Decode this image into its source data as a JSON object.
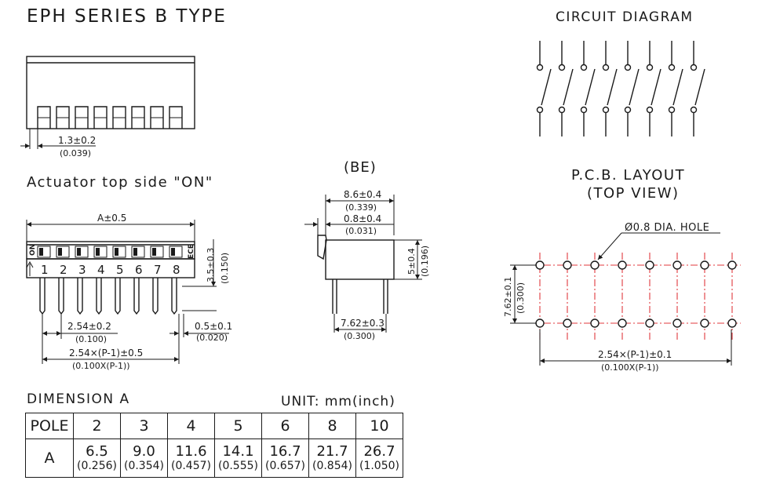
{
  "title": "EPH SERIES B TYPE",
  "side_view": {
    "dim_label": "1.3±0.2",
    "dim_inch": "(0.039)"
  },
  "front_view": {
    "caption": "Actuator top side \"ON\"",
    "width_label": "A±0.5",
    "on_mark": "ON",
    "ece_mark": "ECE",
    "pin_numbers": [
      "1",
      "2",
      "3",
      "4",
      "5",
      "6",
      "7",
      "8"
    ],
    "pitch_label": "2.54±0.2",
    "pitch_inch": "(0.100)",
    "pin_label": "0.5±0.1",
    "pin_inch": "(0.020)",
    "span_label": "2.54×(P-1)±0.5",
    "span_inch": "(0.100X(P-1))",
    "height_label": "3.5±0.3",
    "height_inch": "(0.150)"
  },
  "be_view": {
    "caption": "(BE)",
    "width_label": "8.6±0.4",
    "width_inch": "(0.339)",
    "act_label": "0.8±0.4",
    "act_inch": "(0.031)",
    "height_label": "5±0.4",
    "height_inch": "(0.196)",
    "row_label": "7.62±0.3",
    "row_inch": "(0.300)"
  },
  "circuit": {
    "title": "CIRCUIT DIAGRAM",
    "switch_count": 8
  },
  "pcb": {
    "title": "P.C.B. LAYOUT",
    "subtitle": "(TOP VIEW)",
    "hole_label": "Ø0.8 DIA. HOLE",
    "row_label": "7.62±0.1",
    "row_inch": "(0.300)",
    "span_label": "2.54×(P-1)±0.1",
    "span_inch": "(0.100X(P-1))",
    "hole_color": "#e0393e"
  },
  "dimension_table": {
    "title": "DIMENSION A",
    "unit": "UNIT: mm(inch)",
    "pole_header": "POLE",
    "row_header": "A",
    "columns": [
      {
        "pole": "2",
        "mm": "6.5",
        "inch": "(0.256)"
      },
      {
        "pole": "3",
        "mm": "9.0",
        "inch": "(0.354)"
      },
      {
        "pole": "4",
        "mm": "11.6",
        "inch": "(0.457)"
      },
      {
        "pole": "5",
        "mm": "14.1",
        "inch": "(0.555)"
      },
      {
        "pole": "6",
        "mm": "16.7",
        "inch": "(0.657)"
      },
      {
        "pole": "8",
        "mm": "21.7",
        "inch": "(0.854)"
      },
      {
        "pole": "10",
        "mm": "26.7",
        "inch": "(1.050)"
      }
    ]
  }
}
